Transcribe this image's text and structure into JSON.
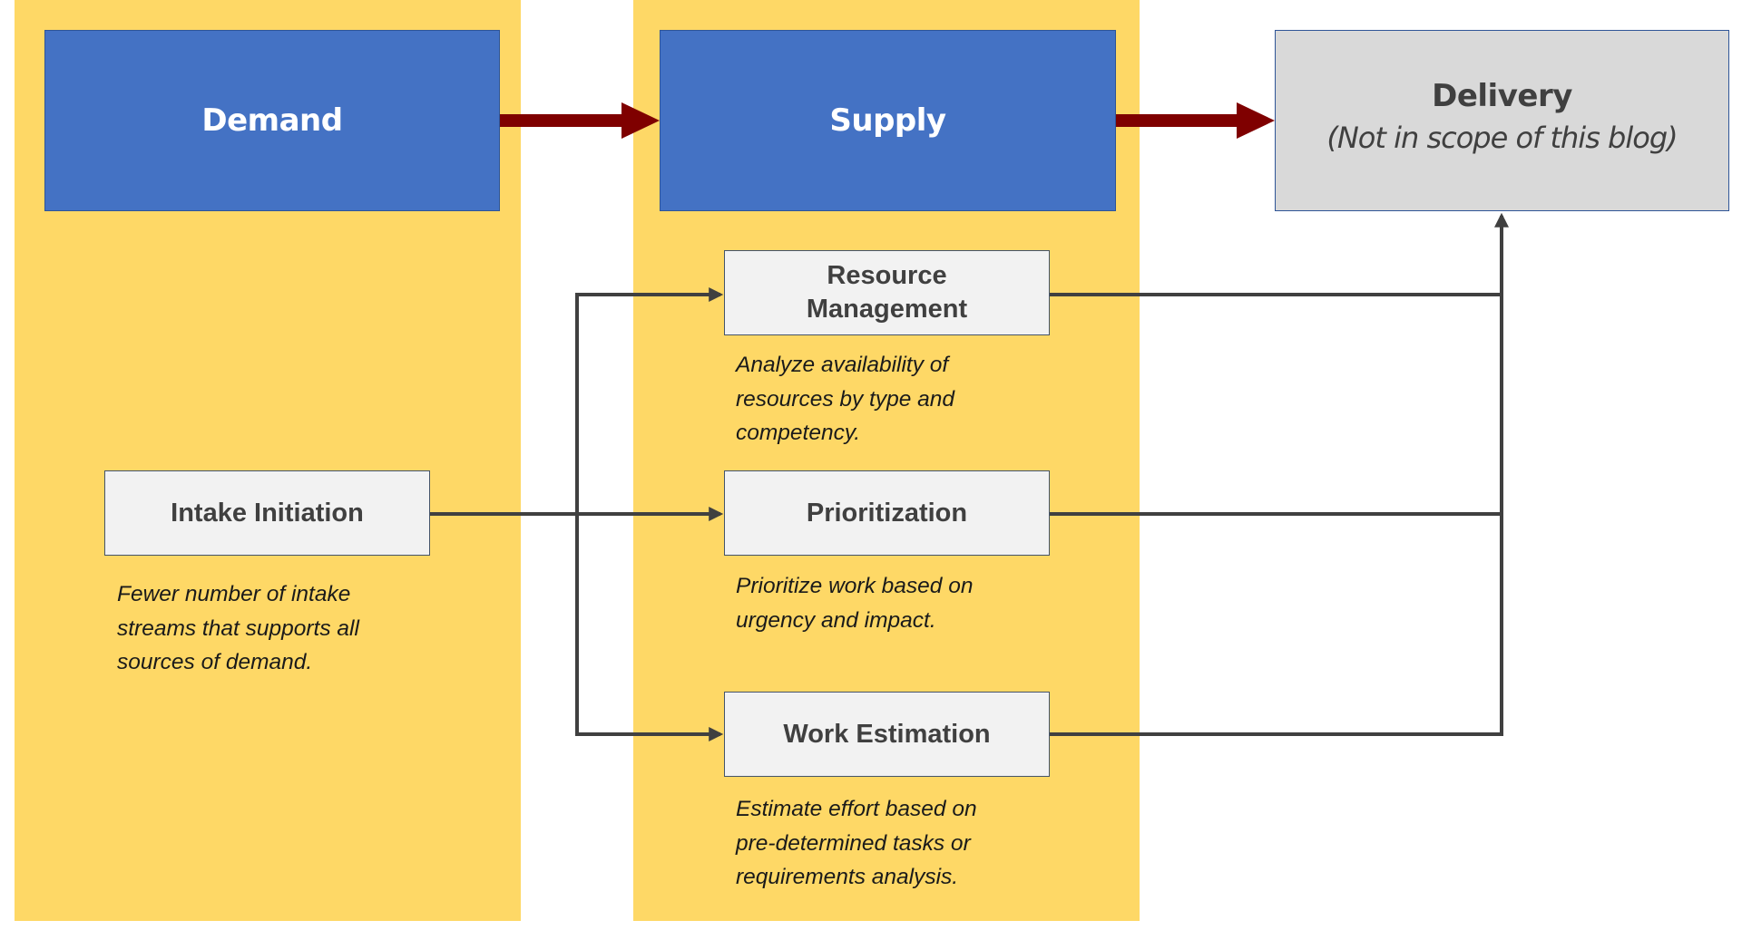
{
  "diagram": {
    "lanes": [
      {
        "id": "demand",
        "stage_title": "Demand"
      },
      {
        "id": "supply",
        "stage_title": "Supply"
      }
    ],
    "stages": {
      "demand": {
        "title": "Demand"
      },
      "supply": {
        "title": "Supply"
      },
      "delivery": {
        "title": "Delivery",
        "subtitle": "(Not in scope of this blog)"
      }
    },
    "steps": {
      "intake": {
        "label": "Intake Initiation",
        "description": [
          "Fewer number of intake",
          "streams that supports all",
          "sources of demand."
        ]
      },
      "resource": {
        "label": "Resource Management",
        "description": [
          "Analyze availability of",
          "resources by type and",
          "competency."
        ]
      },
      "prioritization": {
        "label": "Prioritization",
        "description": [
          "Prioritize work based on",
          "urgency and impact."
        ]
      },
      "estimation": {
        "label": "Work Estimation",
        "description": [
          "Estimate effort based on",
          "pre-determined tasks or",
          "requirements analysis."
        ]
      }
    },
    "flows": [
      {
        "from": "Demand",
        "to": "Supply",
        "style": "major"
      },
      {
        "from": "Supply",
        "to": "Delivery",
        "style": "major"
      },
      {
        "from": "Intake Initiation",
        "to": "Resource Management",
        "style": "connector"
      },
      {
        "from": "Intake Initiation",
        "to": "Prioritization",
        "style": "connector"
      },
      {
        "from": "Intake Initiation",
        "to": "Work Estimation",
        "style": "connector"
      },
      {
        "from": "Resource Management",
        "to": "Delivery",
        "style": "connector"
      },
      {
        "from": "Prioritization",
        "to": "Delivery",
        "style": "connector"
      },
      {
        "from": "Work Estimation",
        "to": "Delivery",
        "style": "connector"
      }
    ],
    "colors": {
      "lane": "#FED866",
      "stage_blue": "#4472C4",
      "stage_grey": "#D9D9D9",
      "major_arrow": "#7F0000",
      "connector": "#404040",
      "step_fill": "#F2F2F2"
    }
  }
}
